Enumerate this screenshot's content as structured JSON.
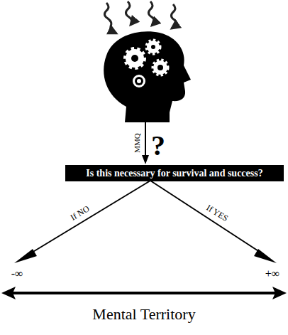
{
  "diagram": {
    "nodes": [
      {
        "text": [
          "Is this necessary for survival and success?"
        ]
      }
    ],
    "labels": [
      "MMQ",
      "?",
      "If NO",
      "If YES",
      "-∞",
      "+∞",
      "Mental Territory"
    ]
  }
}
